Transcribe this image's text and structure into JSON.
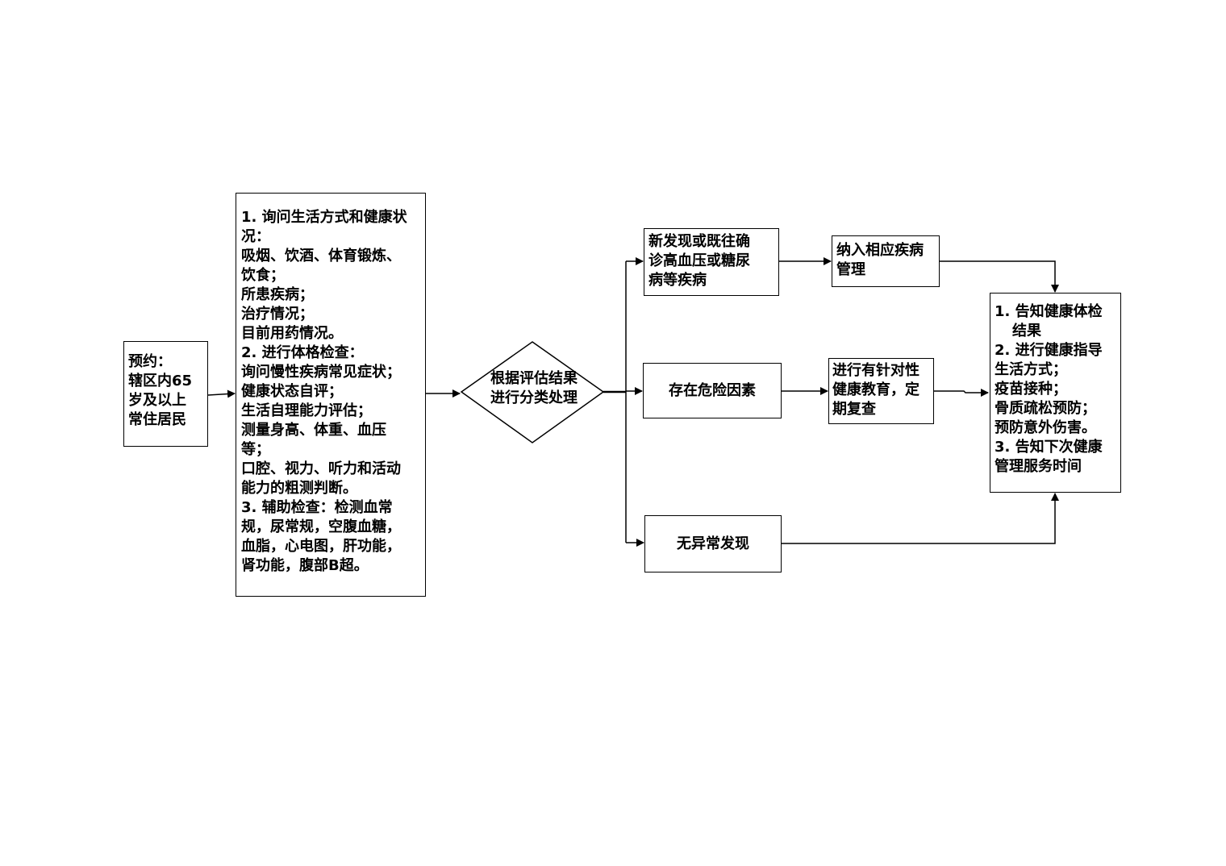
{
  "nodes": {
    "appointment": {
      "lines": [
        "预约：",
        "辖区内65",
        "岁及以上",
        "常住居民"
      ]
    },
    "assessment": {
      "lines": [
        "1. 询问生活方式和健康状",
        "况：",
        "吸烟、饮酒、体育锻炼、",
        "饮食；",
        "所患疾病；",
        "治疗情况；",
        "目前用药情况。",
        "2. 进行体格检查：",
        "询问慢性疾病常见症状；",
        "健康状态自评；",
        "生活自理能力评估；",
        "测量身高、体重、血压",
        "等；",
        "口腔、视力、听力和活动",
        "能力的粗测判断。",
        "3. 辅助检查：检测血常",
        "规，尿常规，空腹血糖，",
        "血脂，心电图，肝功能，",
        "肾功能，腹部B超。"
      ]
    },
    "decision": {
      "lines": [
        "根据评估结果",
        "进行分类处理"
      ]
    },
    "branch_disease": {
      "lines": [
        "新发现或既往确",
        "诊高血压或糖尿",
        "病等疾病"
      ]
    },
    "branch_risk": {
      "text": "存在危险因素"
    },
    "branch_normal": {
      "text": "无异常发现"
    },
    "disease_mgmt": {
      "lines": [
        "纳入相应疾病",
        "管理"
      ]
    },
    "health_edu": {
      "lines": [
        "进行有针对性",
        "健康教育，定",
        "期复查"
      ]
    },
    "final": {
      "lines": [
        "1. 告知健康体检",
        "结果",
        "2. 进行健康指导",
        "生活方式；",
        "疫苗接种；",
        "骨质疏松预防；",
        "预防意外伤害。",
        "3. 告知下次健康",
        "管理服务时间"
      ]
    }
  },
  "style": {
    "line_color": "#000000",
    "background": "#ffffff"
  }
}
